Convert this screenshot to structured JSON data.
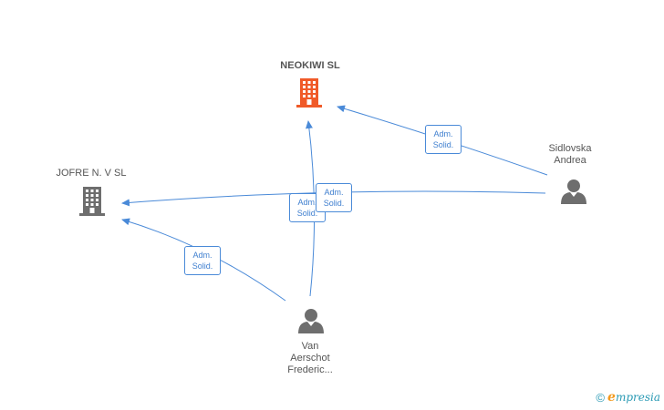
{
  "nodes": {
    "neokiwi": {
      "label": "NEOKIWI SL",
      "color": "#f05a28"
    },
    "jofre": {
      "label": "JOFRE N. V SL",
      "color": "#6e6e6e"
    },
    "sidlovska": {
      "label_line1": "Sidlovska",
      "label_line2": "Andrea",
      "color": "#6e6e6e"
    },
    "van": {
      "label_line1": "Van",
      "label_line2": "Aerschot",
      "label_line3": "Frederic...",
      "color": "#6e6e6e"
    }
  },
  "edges": [
    {
      "id": "sid-neo",
      "line1": "Adm.",
      "line2": "Solid."
    },
    {
      "id": "sid-jofre",
      "line1": "Adm.",
      "line2": "Solid."
    },
    {
      "id": "van-neo",
      "line1": "Adm.",
      "line2": "Solid."
    },
    {
      "id": "van-jofre",
      "line1": "Adm.",
      "line2": "Solid."
    }
  ],
  "footer": {
    "copyright": "©",
    "brand_first": "e",
    "brand_rest": "mpresia"
  },
  "colors": {
    "edge": "#4a8ad8"
  }
}
